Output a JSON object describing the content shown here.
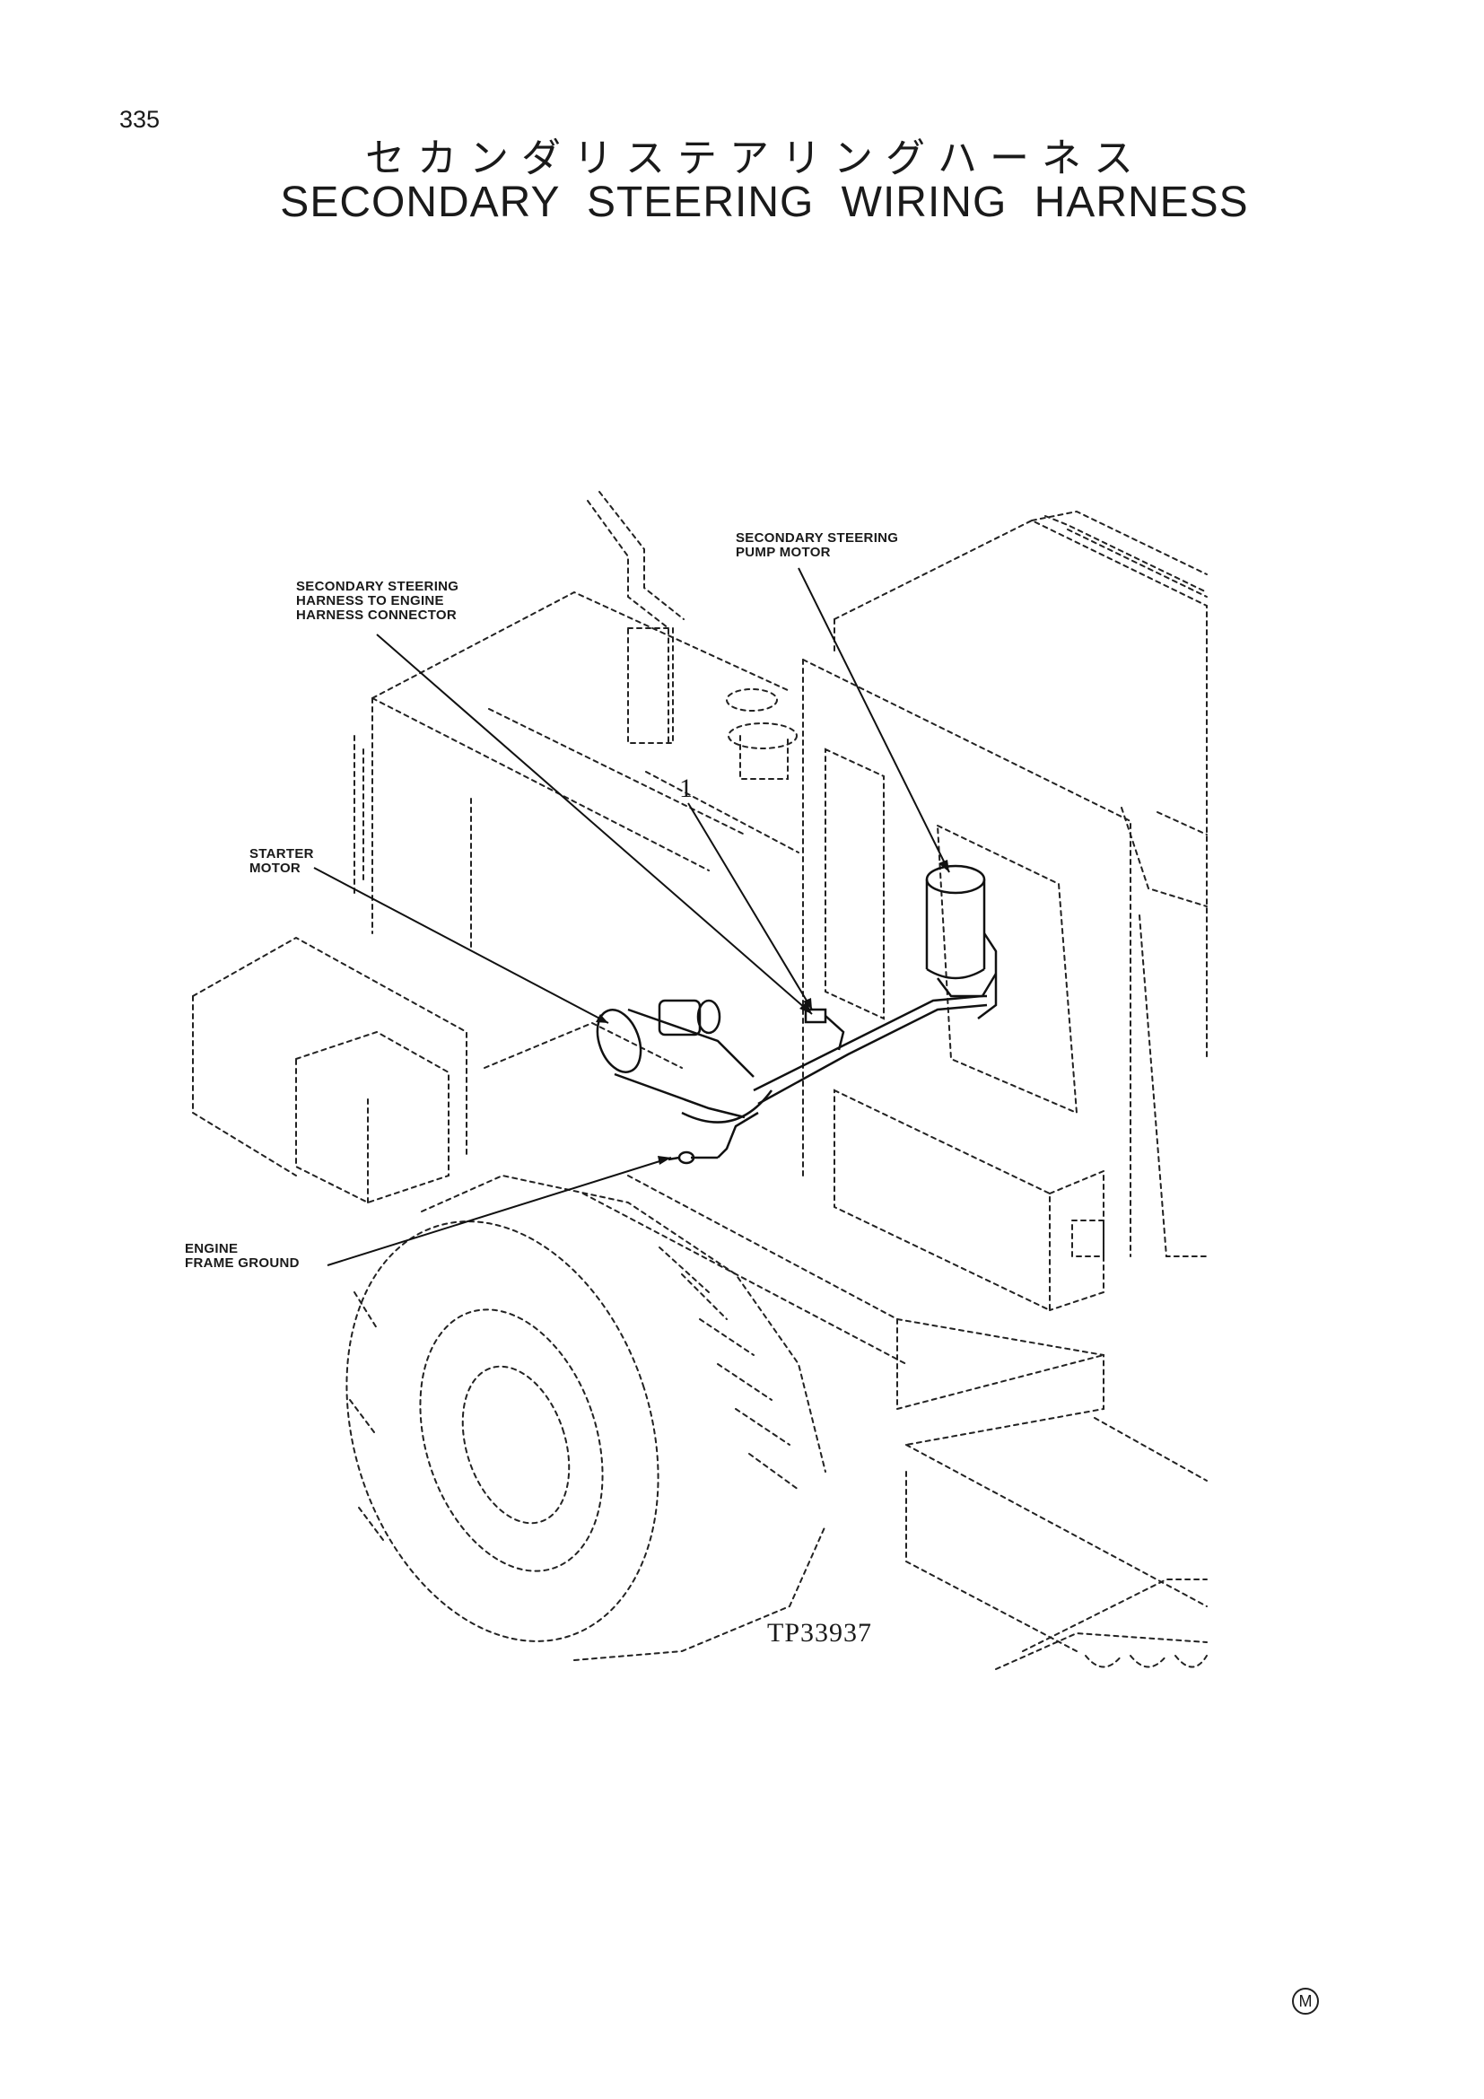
{
  "page_number": "335",
  "title_jp": "セカンダリステアリングハーネス",
  "title_en": "SECONDARY STEERING WIRING HARNESS",
  "callouts": {
    "pump_motor": [
      "SECONDARY STEERING",
      "PUMP MOTOR"
    ],
    "harness_connector": [
      "SECONDARY STEERING",
      "HARNESS TO ENGINE",
      "HARNESS CONNECTOR"
    ],
    "starter_motor": [
      "STARTER",
      "MOTOR"
    ],
    "frame_ground": [
      "ENGINE",
      "FRAME GROUND"
    ],
    "item_number": "1"
  },
  "figure_id": "TP33937",
  "footer_mark": "M"
}
